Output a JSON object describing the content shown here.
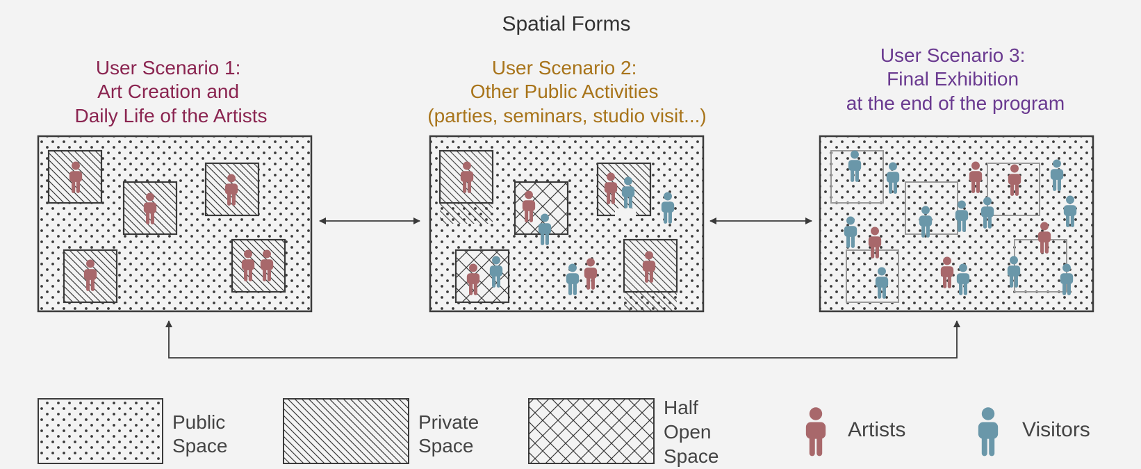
{
  "title": "Spatial Forms",
  "colors": {
    "background": "#f3f3f3",
    "line": "#3a3a3a",
    "artist": "#a8686b",
    "visitor": "#6a97a9",
    "scenario1": "#8a2450",
    "scenario2": "#a8741a",
    "scenario3": "#6a3a90",
    "legend_text": "#444444"
  },
  "scenarios": [
    {
      "id": "scenario-1",
      "title_lines": [
        "User Scenario 1:",
        "Art Creation and",
        "Daily Life of the Artists"
      ]
    },
    {
      "id": "scenario-2",
      "title_lines": [
        "User Scenario 2:",
        "Other Public Activities",
        "(parties, seminars, studio visit...)"
      ]
    },
    {
      "id": "scenario-3",
      "title_lines": [
        "User Scenario 3:",
        "Final Exhibition",
        "at the end of the program"
      ]
    }
  ],
  "legend": {
    "public_space": [
      "Public",
      "Space"
    ],
    "private_space": [
      "Private",
      "Space"
    ],
    "half_open_space": [
      "Half",
      "Open",
      "Space"
    ],
    "artists": "Artists",
    "visitors": "Visitors"
  },
  "icons": {
    "artist": "person-icon",
    "visitor": "person-icon",
    "arrow": "double-arrow-icon"
  }
}
